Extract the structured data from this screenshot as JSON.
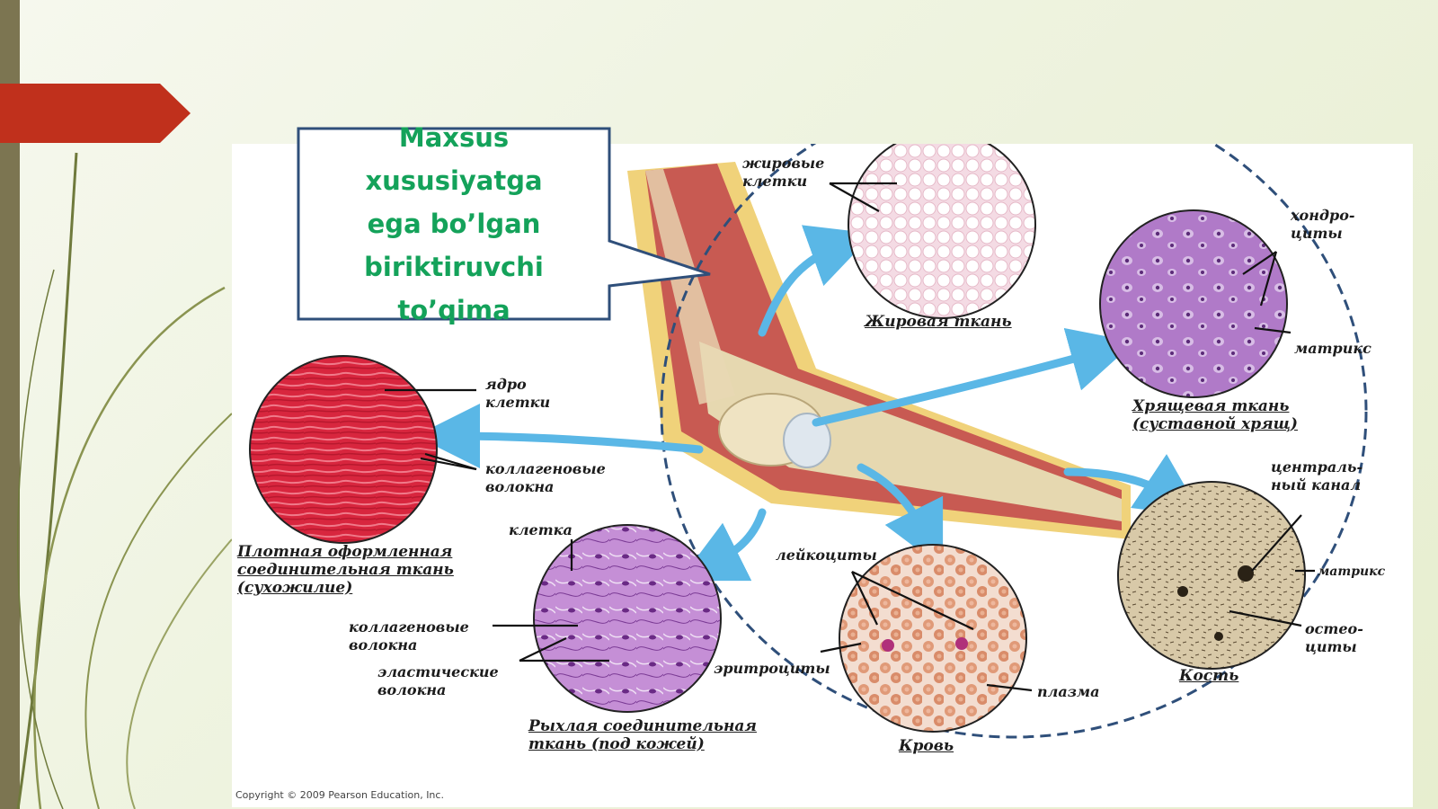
{
  "callout": {
    "text": "Maxsus xususiyatga\nega bo’lgan\nbiriktiruvchi to’qima"
  },
  "figure": {
    "copyright": "Copyright © 2009 Pearson Education, Inc.",
    "labels": {
      "fat_cells": "жировые\nклетки",
      "fat_title": "Жировая ткань",
      "chondrocytes": "хондро-\nциты",
      "cartilage_matrix": "матрикс",
      "cartilage_title": "Хрящевая ткань\n(суставной хрящ)",
      "cell_nucleus": "ядро\nклетки",
      "collagen_fibers_dense": "коллагеновые\nволокна",
      "dense_title": "Плотная оформленная\nсоединительная ткань\n(сухожилие)",
      "cell": "клетка",
      "collagen_fibers_loose": "коллагеновые\nволокна",
      "elastic_fibers": "эластические\nволокна",
      "loose_title": "Рыхлая соединительная\nткань (под кожей)",
      "leukocytes": "лейкоциты",
      "erythrocytes": "эритроциты",
      "plasma": "плазма",
      "blood_title": "Кровь",
      "central_canal": "централь-\nный канал",
      "bone_matrix": "матрикс",
      "osteocytes": "остео-\nциты",
      "bone_title": "Кость"
    }
  },
  "colors": {
    "accent_red": "#c0301c",
    "callout_text": "#14a25a",
    "callout_border": "#2f4f7a",
    "dashed_circle": "#2f4f7a",
    "arrow_blue": "#5ab7e6"
  }
}
